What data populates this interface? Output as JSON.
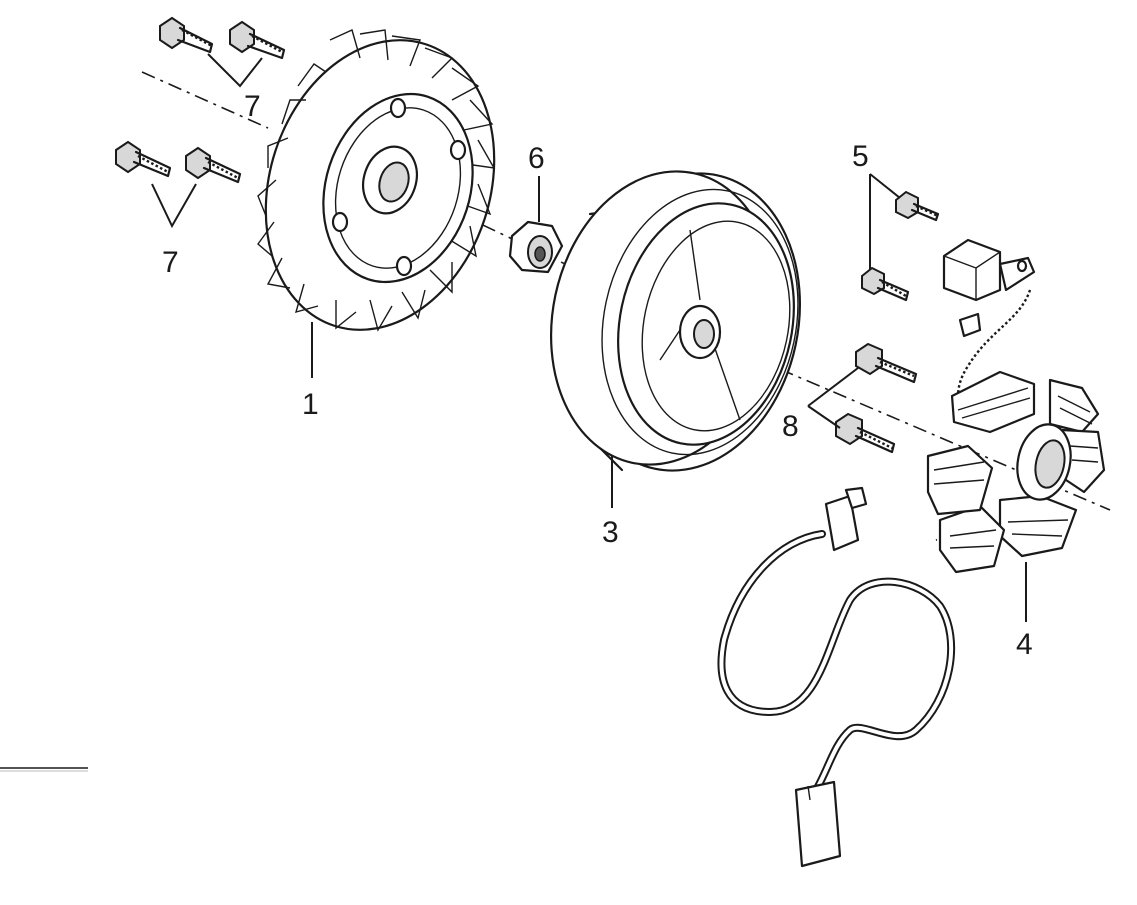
{
  "callouts": {
    "part_1": "1",
    "part_3": "3",
    "part_4": "4",
    "part_5": "5",
    "part_6": "6",
    "part_7_top": "7",
    "part_7_bottom": "7",
    "part_8": "8"
  }
}
